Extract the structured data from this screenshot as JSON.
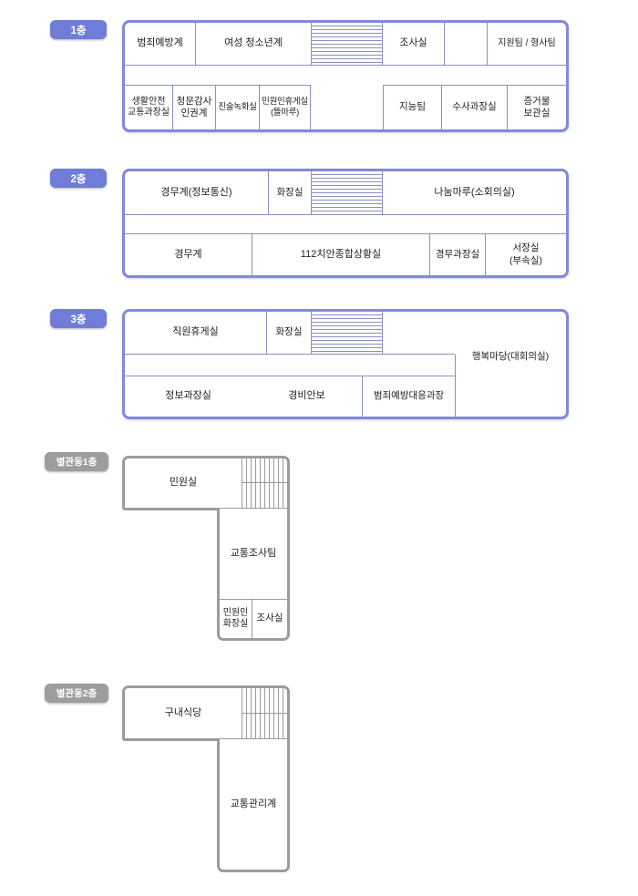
{
  "colors": {
    "main_border": "#8289dd",
    "main_inner_line": "#8792c1",
    "main_badge_bg": "#6f7dd8",
    "annex_border": "#9c9c9c",
    "annex_badge_bg": "#9d9d9d",
    "text": "#222222",
    "background": "#ffffff"
  },
  "floors": {
    "f1": {
      "badge": "1층",
      "rooms": {
        "crime_prevention": "범죄예방계",
        "women_youth": "여성 청소년계",
        "investigation_room": "조사실",
        "support_detective": "지원팀 / 형사팀",
        "life_safety_traffic_chief": "생활안전\n교통과장실",
        "hearing_audit_hr": "청문감사\n인권계",
        "statement_recording": "진술녹화실",
        "civil_lounge": "민원인휴게실\n(뜰마루)",
        "intelligence_team": "지능팀",
        "investigation_chief": "수사과장실",
        "evidence_storage": "증거물\n보관실"
      }
    },
    "f2": {
      "badge": "2층",
      "rooms": {
        "admin_info_comms": "경무계(정보통신)",
        "restroom": "화장실",
        "nanum_maru": "나눔마루(소회의실)",
        "admin": "경무계",
        "situation_room_112": "112치안종합상황실",
        "admin_chief": "경무과장실",
        "chief_office": "서장실\n(부속실)"
      }
    },
    "f3": {
      "badge": "3층",
      "rooms": {
        "staff_lounge": "직원휴게실",
        "restroom": "화장실",
        "happy_hall": "행복마당(대회의실)",
        "intel_chief": "정보과장실",
        "security_affairs": "경비안보",
        "crime_response_chief": "범죄예방대응과장"
      }
    },
    "a1": {
      "badge": "별관동1층",
      "rooms": {
        "civil_office": "민원실",
        "traffic_investigation": "교통조사팀",
        "civil_restroom": "민원인\n화장실",
        "investigation_room": "조사실"
      }
    },
    "a2": {
      "badge": "별관동2층",
      "rooms": {
        "cafeteria": "구내식당",
        "traffic_management": "교통관리계"
      }
    }
  }
}
